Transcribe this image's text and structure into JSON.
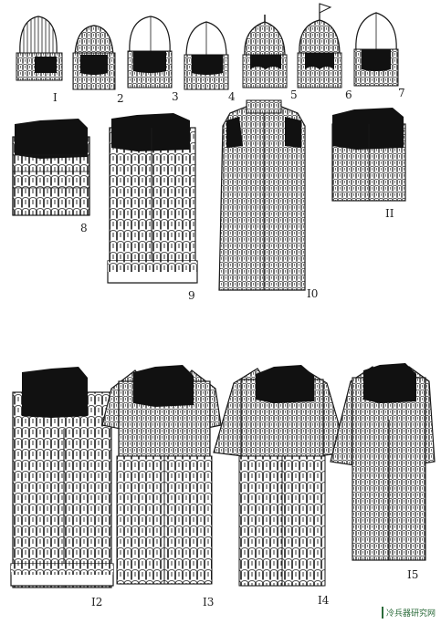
{
  "figure": {
    "labels": [
      "I",
      "2",
      "3",
      "4",
      "5",
      "6",
      "7",
      "8",
      "9",
      "I0",
      "II",
      "I2",
      "I3",
      "I4",
      "I5"
    ]
  },
  "watermark": {
    "text": "冷兵器研究网"
  },
  "colors": {
    "ink": "#1a1a1a",
    "paper": "#ffffff",
    "watermark": "#2b6b3a"
  }
}
